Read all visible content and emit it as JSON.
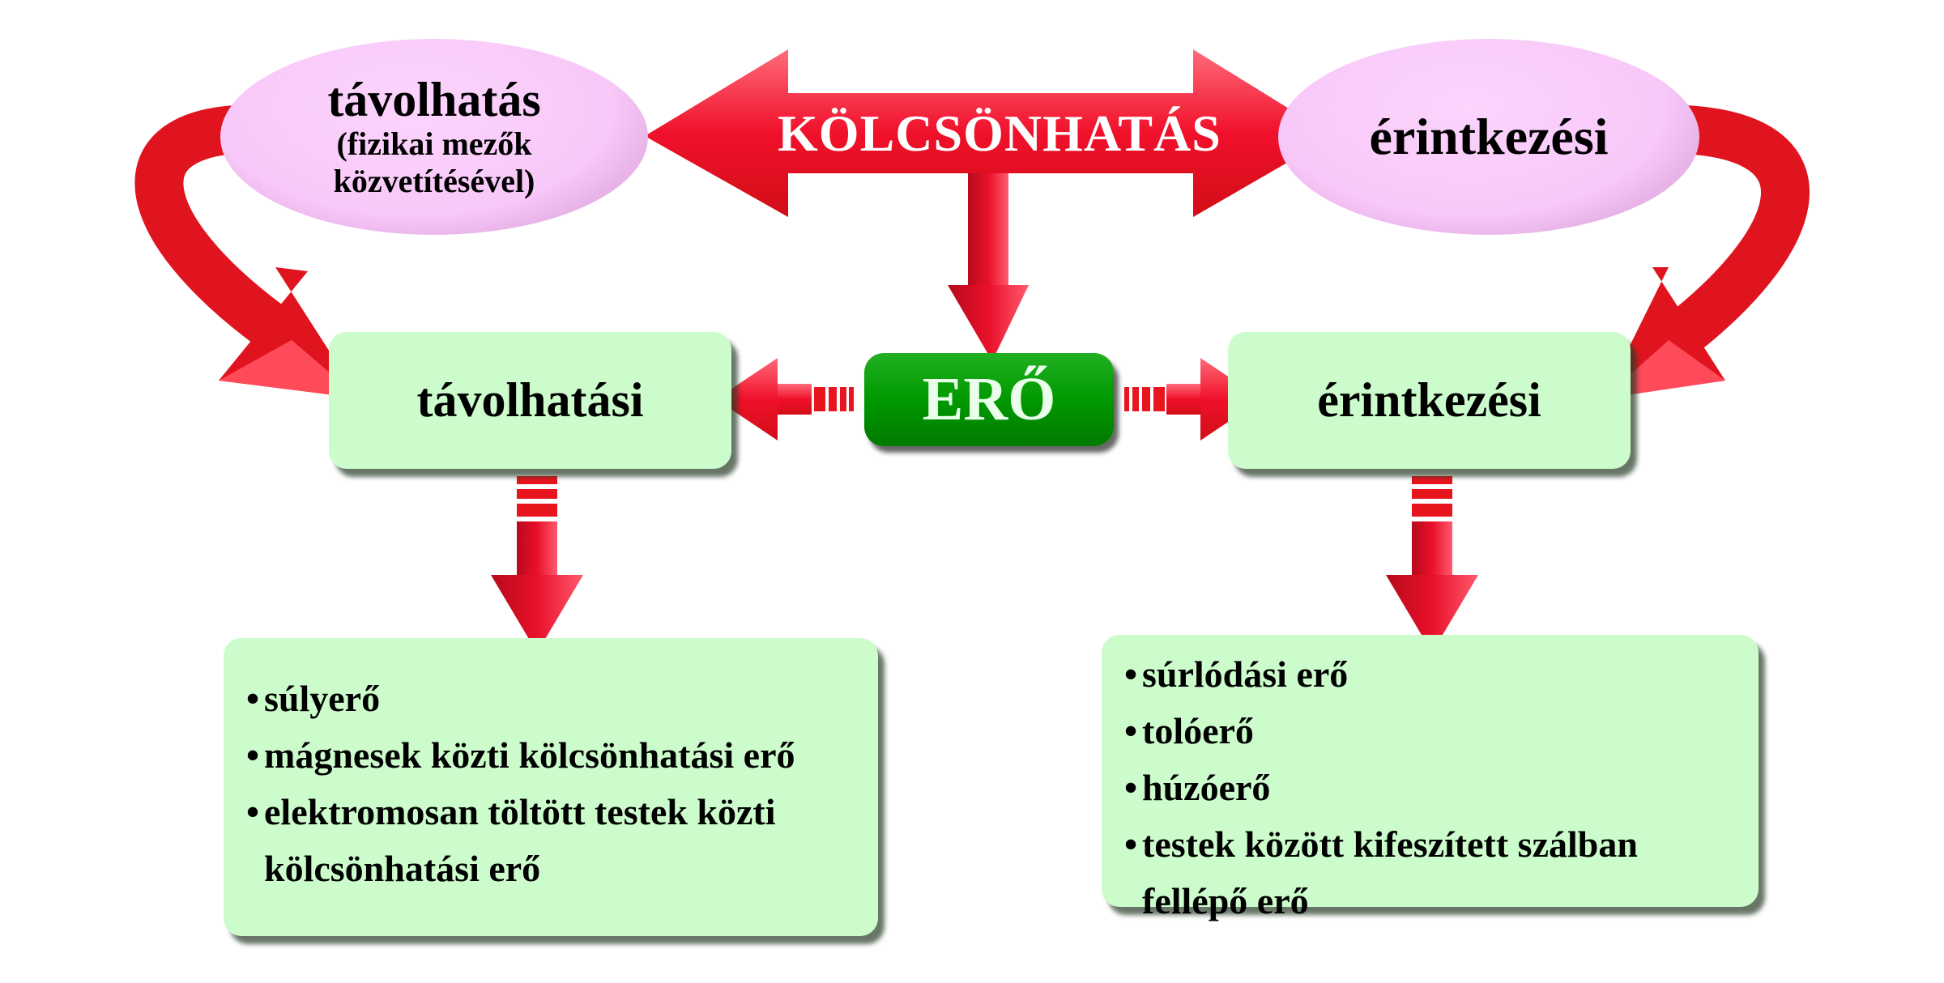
{
  "top": {
    "center_label": "KÖLCSÖNHATÁS",
    "left_ellipse": {
      "title": "távolhatás",
      "subtitle_line1": "(fizikai mezők",
      "subtitle_line2": "közvetítésével)"
    },
    "right_ellipse": {
      "title": "érintkezési"
    }
  },
  "middle": {
    "left_box": "távolhatási",
    "center_box": "ERŐ",
    "right_box": "érintkezési"
  },
  "bottom": {
    "left_items": [
      "súlyerő",
      "mágnesek közti kölcsönhatási erő",
      "elektromosan töltött testek közti",
      "kölcsönhatási erő"
    ],
    "right_items": [
      "súrlódási erő",
      "tolóerő",
      "húzóerő",
      "testek között kifeszített szálban",
      "fellépő erő"
    ],
    "bullet": "•"
  },
  "colors": {
    "arrow": "#e8141e",
    "ellipse": "#f8c8f8",
    "box": "#ccfccc",
    "ero": "#009900"
  }
}
